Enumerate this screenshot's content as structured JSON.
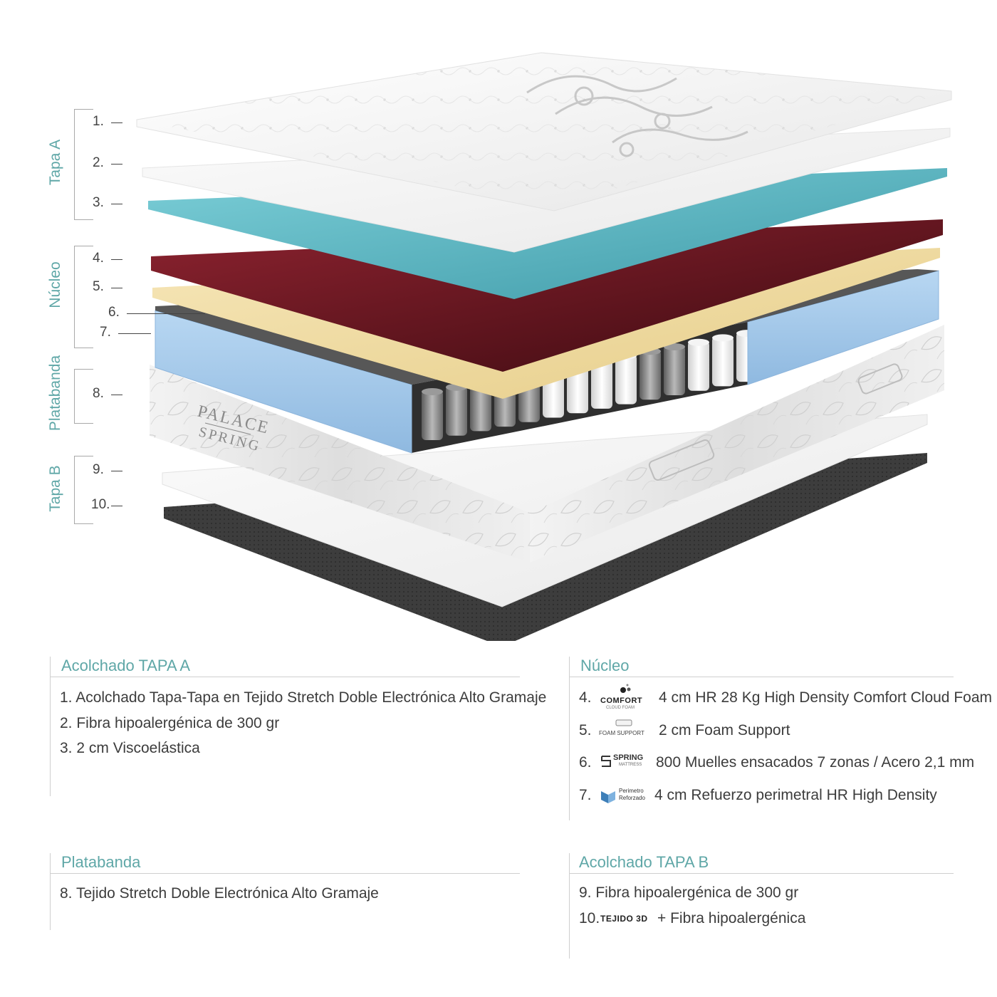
{
  "groups": {
    "tapa_a": "Tapa A",
    "nucleo": "Núcleo",
    "platabanda": "Platabanda",
    "tapa_b": "Tapa B"
  },
  "layer_numbers": [
    "1.",
    "2.",
    "3.",
    "4.",
    "5.",
    "6.",
    "7.",
    "8.",
    "9.",
    "10."
  ],
  "brand": {
    "line1": "PALACE",
    "line2": "SPRING"
  },
  "colors": {
    "accent": "#5fa7a7",
    "visco": "#5fb3bf",
    "hr_foam": "#7a1e28",
    "foam_support": "#efd9a3",
    "perimeter": "#a7c9ea",
    "tejido3d": "#3a3a3a"
  },
  "sections": {
    "tapa_a": {
      "title": "Acolchado TAPA A",
      "items": [
        "1. Acolchado Tapa-Tapa en Tejido Stretch Doble Electrónica Alto Gramaje",
        "2. Fibra hipoalergénica de 300 gr",
        "3. 2 cm Viscoelástica"
      ]
    },
    "nucleo": {
      "title": "Núcleo",
      "items": [
        {
          "num": "4.",
          "logo_main": "COMFORT",
          "logo_sub": "CLOUD FOAM",
          "text": "4 cm HR 28 Kg High Density Comfort Cloud Foam"
        },
        {
          "num": "5.",
          "logo_main": "FOAM SUPPORT",
          "text": "2 cm Foam Support"
        },
        {
          "num": "6.",
          "logo_main": "SPRING",
          "logo_sub": "MATTRESS",
          "text": "800 Muelles ensacados 7 zonas / Acero 2,1 mm"
        },
        {
          "num": "7.",
          "logo_main": "Perimetro",
          "logo_sub": "Reforzado",
          "text": "4 cm Refuerzo perimetral HR High Density"
        }
      ]
    },
    "platabanda": {
      "title": "Platabanda",
      "items": [
        "8. Tejido Stretch Doble Electrónica Alto Gramaje"
      ]
    },
    "tapa_b": {
      "title": "Acolchado TAPA B",
      "items": [
        {
          "num": "9.",
          "text": "Fibra hipoalergénica de 300 gr"
        },
        {
          "num": "10.",
          "logo_main": "TEJIDO 3D",
          "text": "+ Fibra hipoalergénica"
        }
      ]
    }
  }
}
